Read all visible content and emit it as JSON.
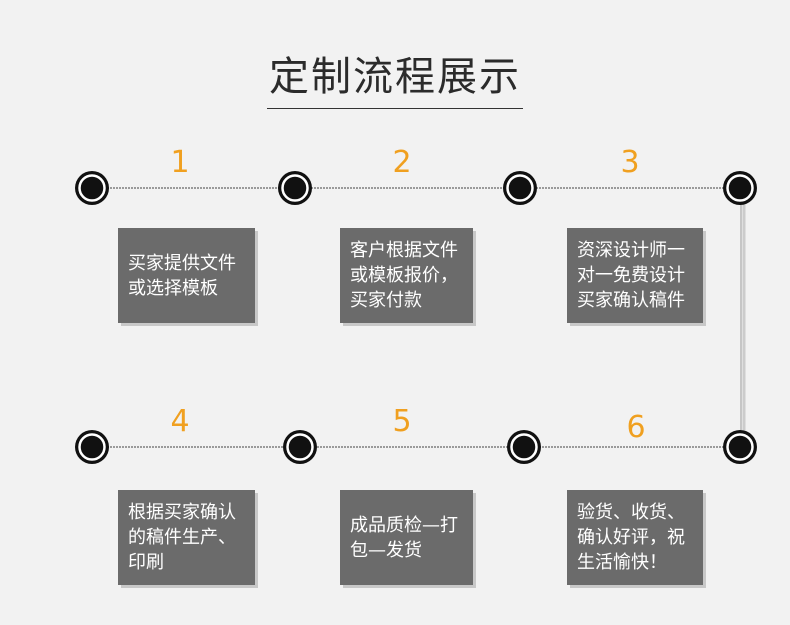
{
  "title": "定制流程展示",
  "colors": {
    "background": "#f2f2f2",
    "box": "#6b6b6b",
    "number": "#f0a020",
    "node": "#111111"
  },
  "steps": [
    {
      "number": "1",
      "text": "买家提供文件\n或选择模板"
    },
    {
      "number": "2",
      "text": "客户根据文件\n或模板报价，\n买家付款"
    },
    {
      "number": "3",
      "text": "资深设计师一\n对一免费设计\n买家确认稿件"
    },
    {
      "number": "4",
      "text": "根据买家确认\n的稿件生产、\n印刷"
    },
    {
      "number": "5",
      "text": "成品质检—打\n包—发货"
    },
    {
      "number": "6",
      "text": "验货、收货、\n确认好评，祝\n生活愉快！"
    }
  ]
}
